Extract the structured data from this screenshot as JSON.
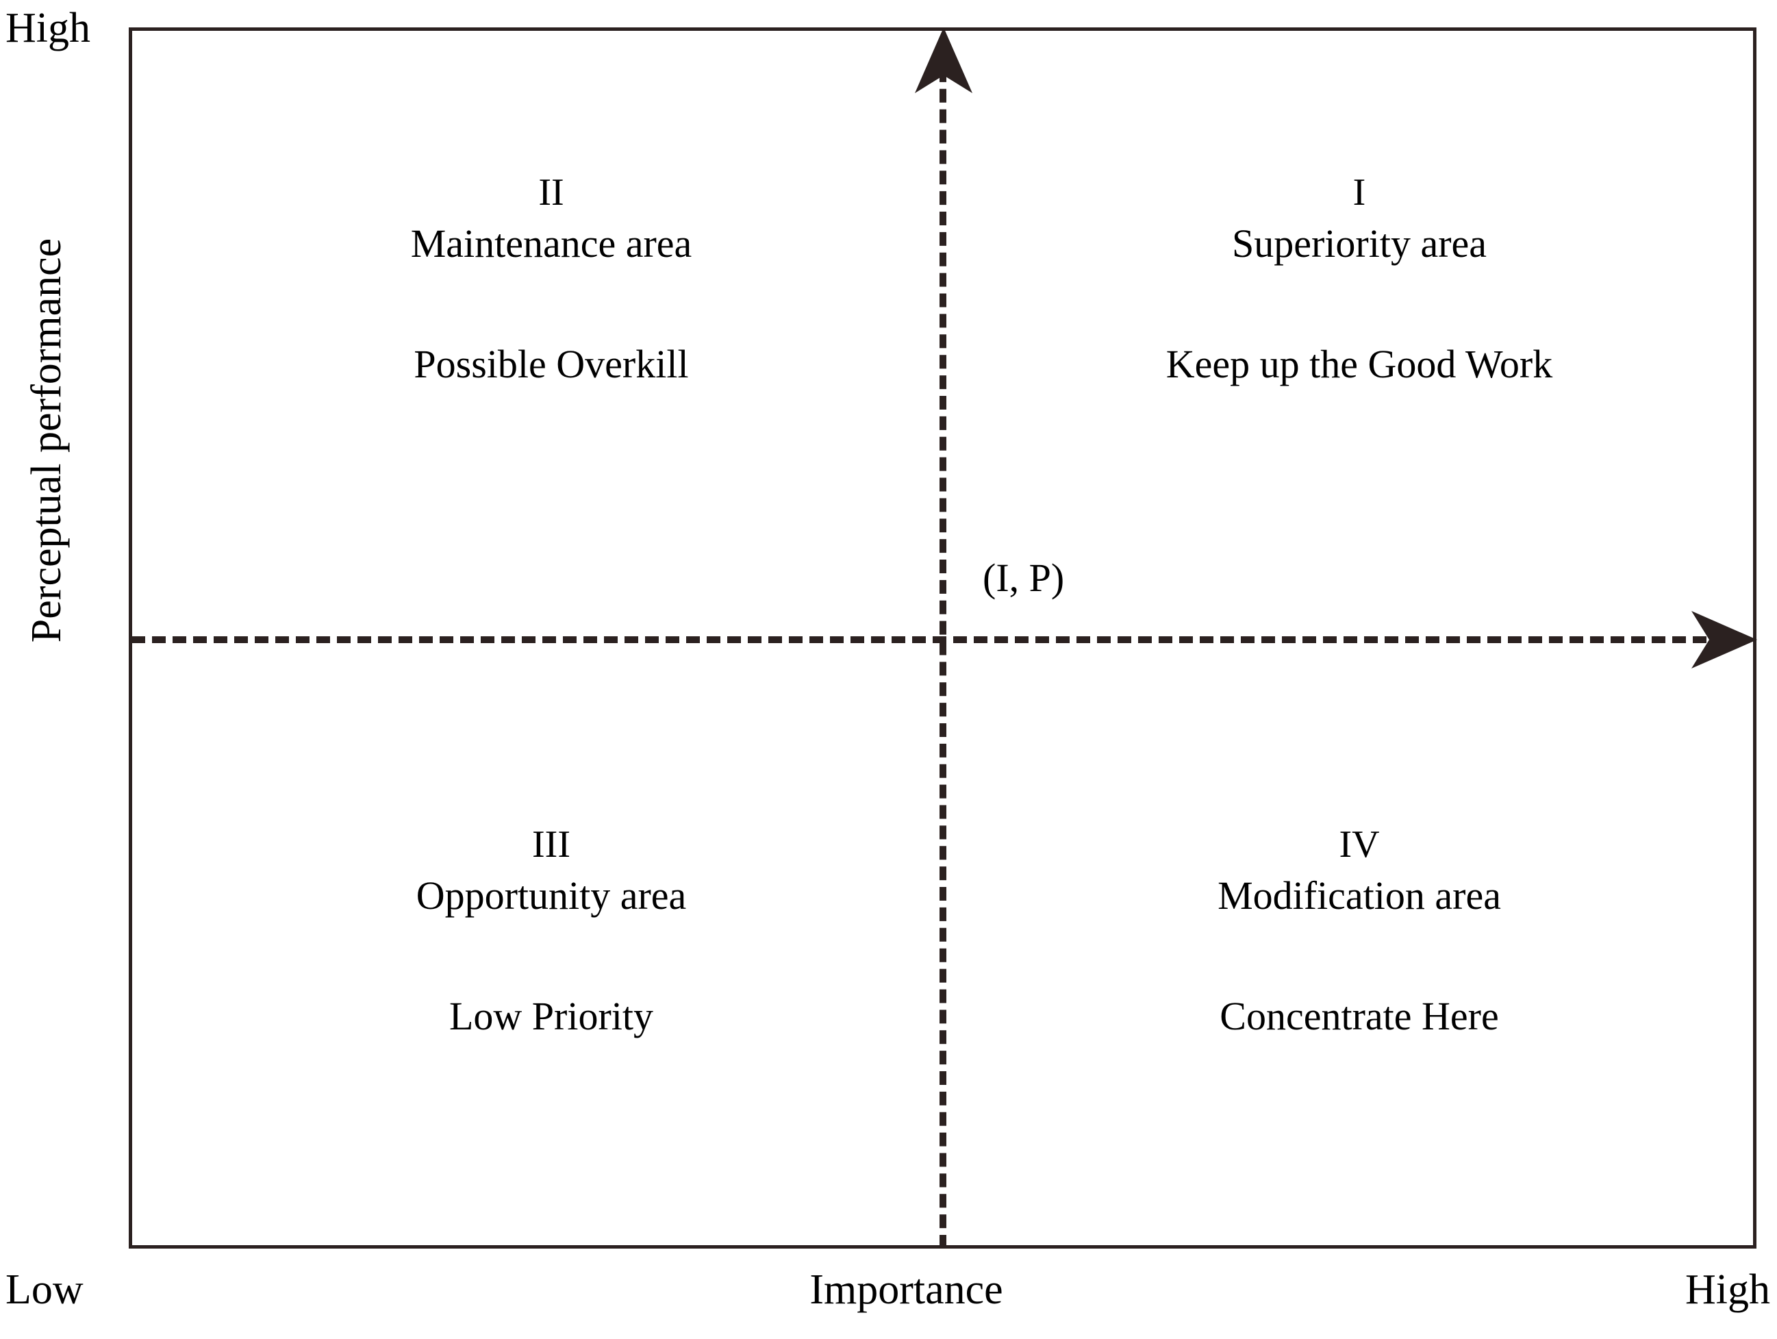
{
  "chart_data": {
    "type": "scatter",
    "title": "",
    "xlabel": "Importance",
    "ylabel": "Perceptual performance",
    "x_axis": {
      "label": "Importance",
      "low_label": "Low",
      "high_label": "High",
      "direction": "left-to-right, arrow at high end"
    },
    "y_axis": {
      "label": "Perceptual performance",
      "low_label": "Low",
      "high_label": "High",
      "direction": "bottom-to-top, arrow at high end"
    },
    "grid": false,
    "legend": null,
    "crosshair": {
      "label": "(I, P)",
      "x_fraction": 0.5,
      "y_fraction": 0.5,
      "style": "dashed"
    },
    "quadrants": [
      {
        "id": "I",
        "position": "top-right",
        "roman": "I",
        "area": "Superiority area",
        "action": "Keep up the Good Work",
        "importance": "High",
        "performance": "High"
      },
      {
        "id": "II",
        "position": "top-left",
        "roman": "II",
        "area": "Maintenance area",
        "action": "Possible Overkill",
        "importance": "Low",
        "performance": "High"
      },
      {
        "id": "III",
        "position": "bottom-left",
        "roman": "III",
        "area": "Opportunity area",
        "action": "Low Priority",
        "importance": "Low",
        "performance": "Low"
      },
      {
        "id": "IV",
        "position": "bottom-right",
        "roman": "IV",
        "area": "Modification area",
        "action": "Concentrate Here",
        "importance": "High",
        "performance": "Low"
      }
    ]
  },
  "colors": {
    "line": "#2b2120",
    "text": "#000000",
    "background": "#ffffff"
  },
  "axes": {
    "y_top_label": "High",
    "y_bottom_label": "Low",
    "x_left_label": "Low",
    "x_right_label": "High",
    "x_title": "Importance",
    "y_title": "Perceptual performance"
  },
  "crosshair_label": "(I, P)",
  "quadrants": {
    "q2": {
      "roman": "II",
      "area": "Maintenance area",
      "action": "Possible Overkill"
    },
    "q1": {
      "roman": "I",
      "area": "Superiority area",
      "action": "Keep up the Good Work"
    },
    "q3": {
      "roman": "III",
      "area": "Opportunity area",
      "action": "Low Priority"
    },
    "q4": {
      "roman": "IV",
      "area": "Modification area",
      "action": "Concentrate Here"
    }
  }
}
